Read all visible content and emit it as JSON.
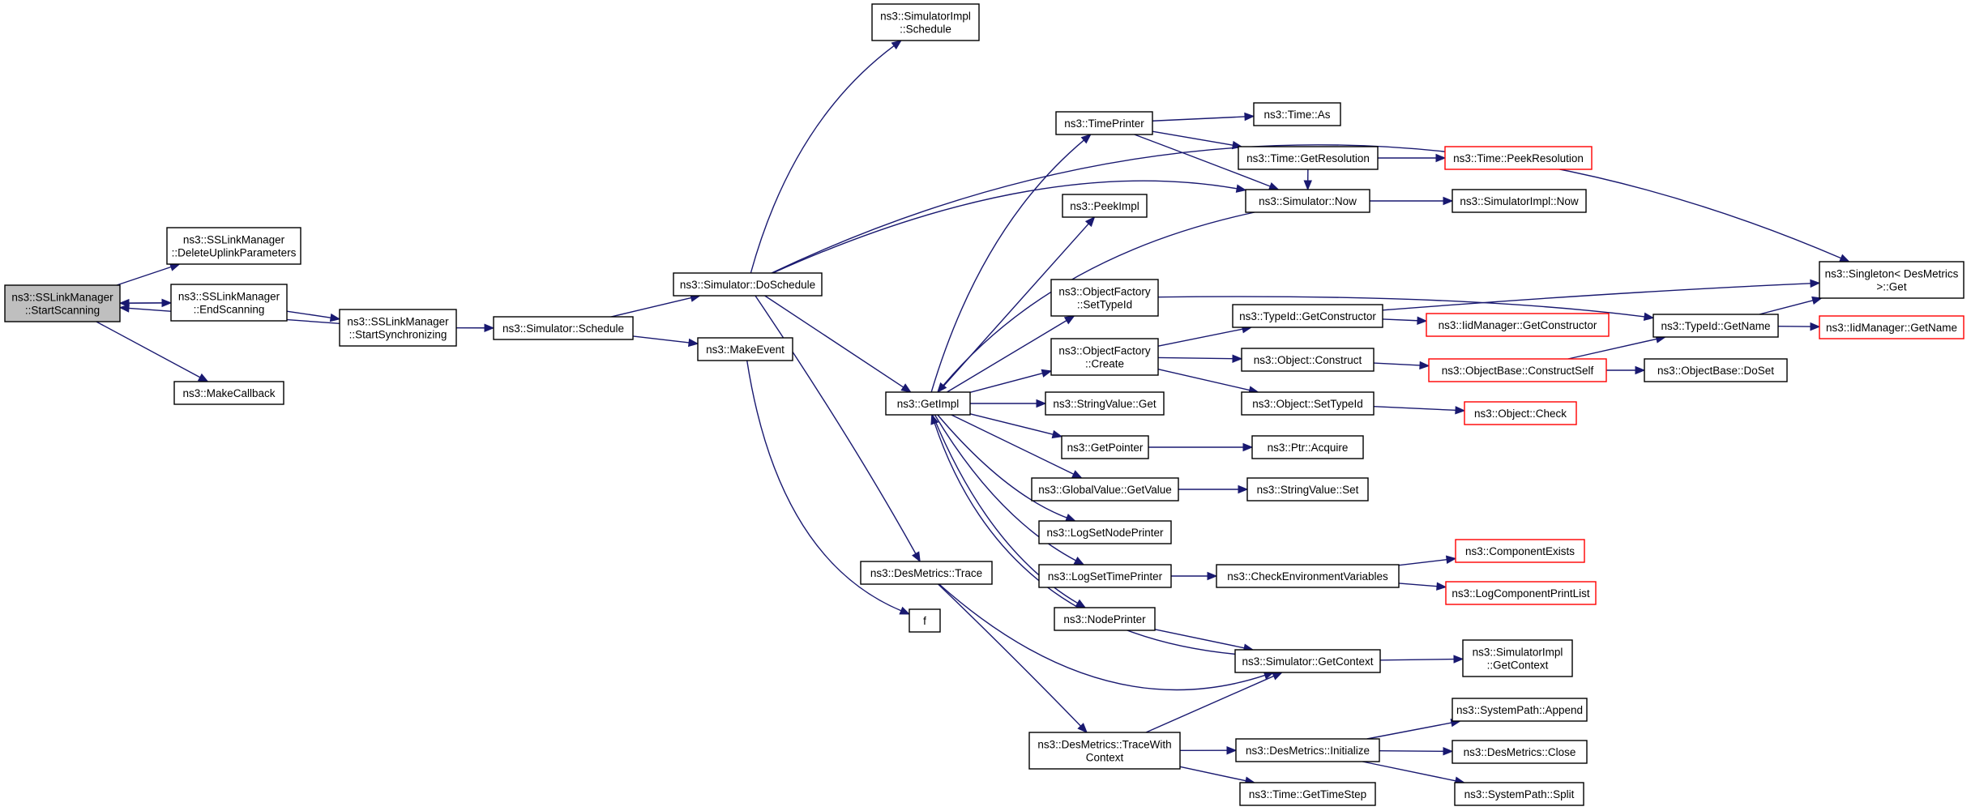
{
  "diagram": {
    "type": "call-graph",
    "colors": {
      "edge": "#191970",
      "root_fill": "#bfbfbf",
      "incomplete_border": "#ff0000",
      "node_border": "#000000"
    },
    "nodes": [
      {
        "id": "root",
        "lines": [
          "ns3::SSLinkManager",
          "::StartScanning"
        ],
        "style": "root"
      },
      {
        "id": "deleteUplink",
        "lines": [
          "ns3::SSLinkManager",
          "::DeleteUplinkParameters"
        ],
        "style": "normal"
      },
      {
        "id": "endScanning",
        "lines": [
          "ns3::SSLinkManager",
          "::EndScanning"
        ],
        "style": "normal"
      },
      {
        "id": "makeCallback",
        "lines": [
          "ns3::MakeCallback"
        ],
        "style": "normal"
      },
      {
        "id": "startSync",
        "lines": [
          "ns3::SSLinkManager",
          "::StartSynchronizing"
        ],
        "style": "normal"
      },
      {
        "id": "simSchedule",
        "lines": [
          "ns3::Simulator::Schedule"
        ],
        "style": "normal"
      },
      {
        "id": "doSchedule",
        "lines": [
          "ns3::Simulator::DoSchedule"
        ],
        "style": "normal"
      },
      {
        "id": "makeEvent",
        "lines": [
          "ns3::MakeEvent"
        ],
        "style": "normal"
      },
      {
        "id": "implSchedule",
        "lines": [
          "ns3::SimulatorImpl",
          "::Schedule"
        ],
        "style": "normal"
      },
      {
        "id": "getImpl",
        "lines": [
          "ns3::GetImpl"
        ],
        "style": "normal"
      },
      {
        "id": "desTrace",
        "lines": [
          "ns3::DesMetrics::Trace"
        ],
        "style": "normal"
      },
      {
        "id": "f",
        "lines": [
          "f"
        ],
        "style": "normal"
      },
      {
        "id": "timePrinter",
        "lines": [
          "ns3::TimePrinter"
        ],
        "style": "normal"
      },
      {
        "id": "peekImpl",
        "lines": [
          "ns3::PeekImpl"
        ],
        "style": "normal"
      },
      {
        "id": "ofSetTypeId",
        "lines": [
          "ns3::ObjectFactory",
          "::SetTypeId"
        ],
        "style": "normal"
      },
      {
        "id": "ofCreate",
        "lines": [
          "ns3::ObjectFactory",
          "::Create"
        ],
        "style": "normal"
      },
      {
        "id": "svGet",
        "lines": [
          "ns3::StringValue::Get"
        ],
        "style": "normal"
      },
      {
        "id": "getPointer",
        "lines": [
          "ns3::GetPointer"
        ],
        "style": "normal"
      },
      {
        "id": "gvGetValue",
        "lines": [
          "ns3::GlobalValue::GetValue"
        ],
        "style": "normal"
      },
      {
        "id": "logSetNode",
        "lines": [
          "ns3::LogSetNodePrinter"
        ],
        "style": "normal"
      },
      {
        "id": "logSetTime",
        "lines": [
          "ns3::LogSetTimePrinter"
        ],
        "style": "normal"
      },
      {
        "id": "nodePrinter",
        "lines": [
          "ns3::NodePrinter"
        ],
        "style": "normal"
      },
      {
        "id": "traceWithCtx",
        "lines": [
          "ns3::DesMetrics::TraceWith",
          "Context"
        ],
        "style": "normal"
      },
      {
        "id": "timeAs",
        "lines": [
          "ns3::Time::As"
        ],
        "style": "normal"
      },
      {
        "id": "getRes",
        "lines": [
          "ns3::Time::GetResolution"
        ],
        "style": "normal"
      },
      {
        "id": "simNow",
        "lines": [
          "ns3::Simulator::Now"
        ],
        "style": "normal"
      },
      {
        "id": "tidGetCtor",
        "lines": [
          "ns3::TypeId::GetConstructor"
        ],
        "style": "normal"
      },
      {
        "id": "objConstruct",
        "lines": [
          "ns3::Object::Construct"
        ],
        "style": "normal"
      },
      {
        "id": "objSetTypeId",
        "lines": [
          "ns3::Object::SetTypeId"
        ],
        "style": "normal"
      },
      {
        "id": "ptrAcquire",
        "lines": [
          "ns3::Ptr::Acquire"
        ],
        "style": "normal"
      },
      {
        "id": "svSet",
        "lines": [
          "ns3::StringValue::Set"
        ],
        "style": "normal"
      },
      {
        "id": "checkEnv",
        "lines": [
          "ns3::CheckEnvironmentVariables"
        ],
        "style": "normal"
      },
      {
        "id": "simGetCtx",
        "lines": [
          "ns3::Simulator::GetContext"
        ],
        "style": "normal"
      },
      {
        "id": "desInit",
        "lines": [
          "ns3::DesMetrics::Initialize"
        ],
        "style": "normal"
      },
      {
        "id": "getTimeStep",
        "lines": [
          "ns3::Time::GetTimeStep"
        ],
        "style": "normal"
      },
      {
        "id": "peekRes",
        "lines": [
          "ns3::Time::PeekResolution"
        ],
        "style": "incomplete"
      },
      {
        "id": "implNow",
        "lines": [
          "ns3::SimulatorImpl::Now"
        ],
        "style": "normal"
      },
      {
        "id": "iidGetCtor",
        "lines": [
          "ns3::IidManager::GetConstructor"
        ],
        "style": "incomplete"
      },
      {
        "id": "obConstructSelf",
        "lines": [
          "ns3::ObjectBase::ConstructSelf"
        ],
        "style": "incomplete"
      },
      {
        "id": "objCheck",
        "lines": [
          "ns3::Object::Check"
        ],
        "style": "incomplete"
      },
      {
        "id": "compExists",
        "lines": [
          "ns3::ComponentExists"
        ],
        "style": "incomplete"
      },
      {
        "id": "logCompPrint",
        "lines": [
          "ns3::LogComponentPrintList"
        ],
        "style": "incomplete"
      },
      {
        "id": "implGetCtx",
        "lines": [
          "ns3::SimulatorImpl",
          "::GetContext"
        ],
        "style": "normal"
      },
      {
        "id": "spAppend",
        "lines": [
          "ns3::SystemPath::Append"
        ],
        "style": "normal"
      },
      {
        "id": "desClose",
        "lines": [
          "ns3::DesMetrics::Close"
        ],
        "style": "normal"
      },
      {
        "id": "spSplit",
        "lines": [
          "ns3::SystemPath::Split"
        ],
        "style": "normal"
      },
      {
        "id": "tidGetName",
        "lines": [
          "ns3::TypeId::GetName"
        ],
        "style": "normal"
      },
      {
        "id": "obDoSet",
        "lines": [
          "ns3::ObjectBase::DoSet"
        ],
        "style": "normal"
      },
      {
        "id": "singletonGet",
        "lines": [
          "ns3::Singleton< DesMetrics",
          ">::Get"
        ],
        "style": "normal"
      },
      {
        "id": "iidGetName",
        "lines": [
          "ns3::IidManager::GetName"
        ],
        "style": "incomplete"
      }
    ],
    "edges": [
      [
        "root",
        "deleteUplink"
      ],
      [
        "root",
        "endScanning"
      ],
      [
        "root",
        "makeCallback"
      ],
      [
        "endScanning",
        "root"
      ],
      [
        "endScanning",
        "startSync"
      ],
      [
        "startSync",
        "root"
      ],
      [
        "startSync",
        "simSchedule"
      ],
      [
        "simSchedule",
        "doSchedule"
      ],
      [
        "simSchedule",
        "makeEvent"
      ],
      [
        "doSchedule",
        "implSchedule"
      ],
      [
        "doSchedule",
        "getImpl"
      ],
      [
        "doSchedule",
        "desTrace"
      ],
      [
        "doSchedule",
        "simNow"
      ],
      [
        "doSchedule",
        "singletonGet"
      ],
      [
        "makeEvent",
        "f"
      ],
      [
        "getImpl",
        "timePrinter"
      ],
      [
        "getImpl",
        "peekImpl"
      ],
      [
        "getImpl",
        "ofSetTypeId"
      ],
      [
        "getImpl",
        "ofCreate"
      ],
      [
        "getImpl",
        "svGet"
      ],
      [
        "getImpl",
        "getPointer"
      ],
      [
        "getImpl",
        "gvGetValue"
      ],
      [
        "getImpl",
        "logSetNode"
      ],
      [
        "getImpl",
        "logSetTime"
      ],
      [
        "getImpl",
        "nodePrinter"
      ],
      [
        "simNow",
        "getImpl"
      ],
      [
        "simGetCtx",
        "getImpl"
      ],
      [
        "desTrace",
        "traceWithCtx"
      ],
      [
        "desTrace",
        "simGetCtx"
      ],
      [
        "timePrinter",
        "timeAs"
      ],
      [
        "timePrinter",
        "getRes"
      ],
      [
        "timePrinter",
        "simNow"
      ],
      [
        "getRes",
        "peekRes"
      ],
      [
        "getRes",
        "simNow"
      ],
      [
        "simNow",
        "implNow"
      ],
      [
        "ofSetTypeId",
        "tidGetName"
      ],
      [
        "ofCreate",
        "tidGetCtor"
      ],
      [
        "ofCreate",
        "objConstruct"
      ],
      [
        "ofCreate",
        "objSetTypeId"
      ],
      [
        "tidGetCtor",
        "iidGetCtor"
      ],
      [
        "tidGetCtor",
        "singletonGet"
      ],
      [
        "objConstruct",
        "obConstructSelf"
      ],
      [
        "objSetTypeId",
        "objCheck"
      ],
      [
        "obConstructSelf",
        "tidGetName"
      ],
      [
        "obConstructSelf",
        "obDoSet"
      ],
      [
        "tidGetName",
        "singletonGet"
      ],
      [
        "tidGetName",
        "iidGetName"
      ],
      [
        "getPointer",
        "ptrAcquire"
      ],
      [
        "gvGetValue",
        "svSet"
      ],
      [
        "logSetTime",
        "checkEnv"
      ],
      [
        "checkEnv",
        "compExists"
      ],
      [
        "checkEnv",
        "logCompPrint"
      ],
      [
        "nodePrinter",
        "simGetCtx"
      ],
      [
        "simGetCtx",
        "implGetCtx"
      ],
      [
        "traceWithCtx",
        "simGetCtx"
      ],
      [
        "traceWithCtx",
        "desInit"
      ],
      [
        "traceWithCtx",
        "getTimeStep"
      ],
      [
        "desInit",
        "spAppend"
      ],
      [
        "desInit",
        "desClose"
      ],
      [
        "desInit",
        "spSplit"
      ]
    ]
  }
}
